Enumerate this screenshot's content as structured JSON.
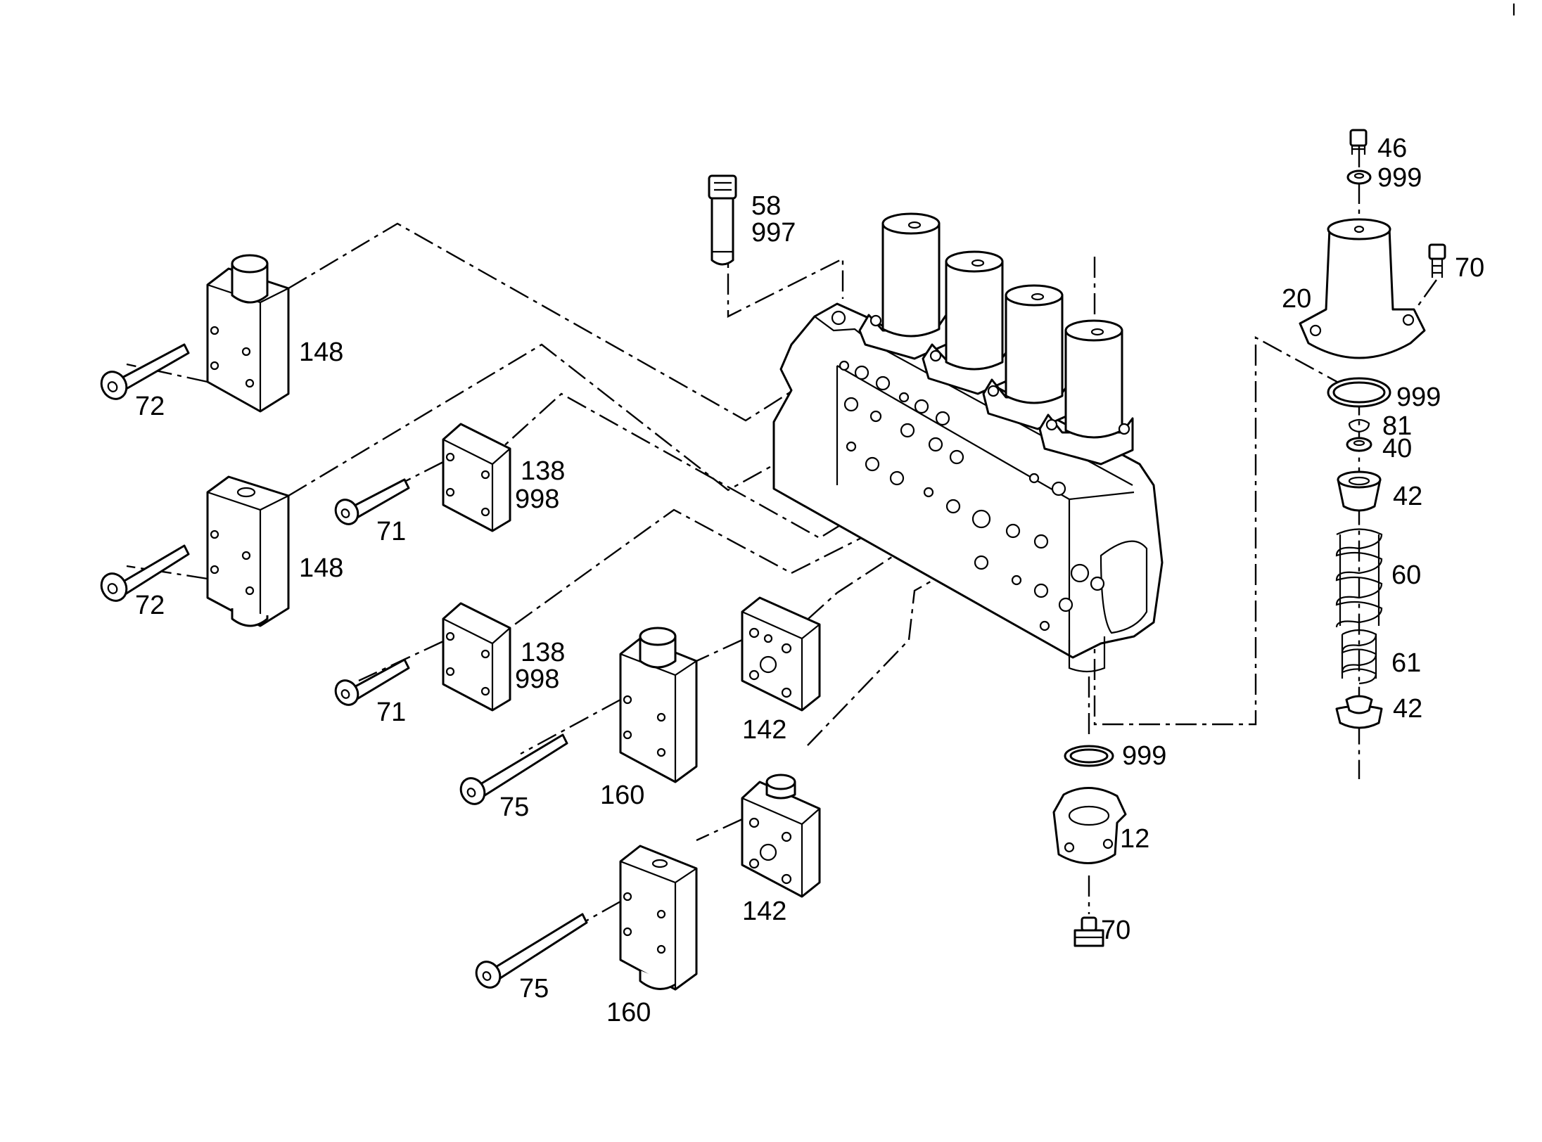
{
  "callouts": {
    "c46": "46",
    "c999a": "999",
    "c70a": "70",
    "c20": "20",
    "c999b": "999",
    "c81": "81",
    "c40": "40",
    "c42a": "42",
    "c60": "60",
    "c61": "61",
    "c42b": "42",
    "c58": "58",
    "c997": "997",
    "c148a": "148",
    "c72a": "72",
    "c148b": "148",
    "c72b": "72",
    "c138a": "138",
    "c998a": "998",
    "c71a": "71",
    "c138b": "138",
    "c998b": "998",
    "c71b": "71",
    "c142a": "142",
    "c160a": "160",
    "c75a": "75",
    "c142b": "142",
    "c160b": "160",
    "c75b": "75",
    "c999c": "999",
    "c12": "12",
    "c70b": "70"
  }
}
